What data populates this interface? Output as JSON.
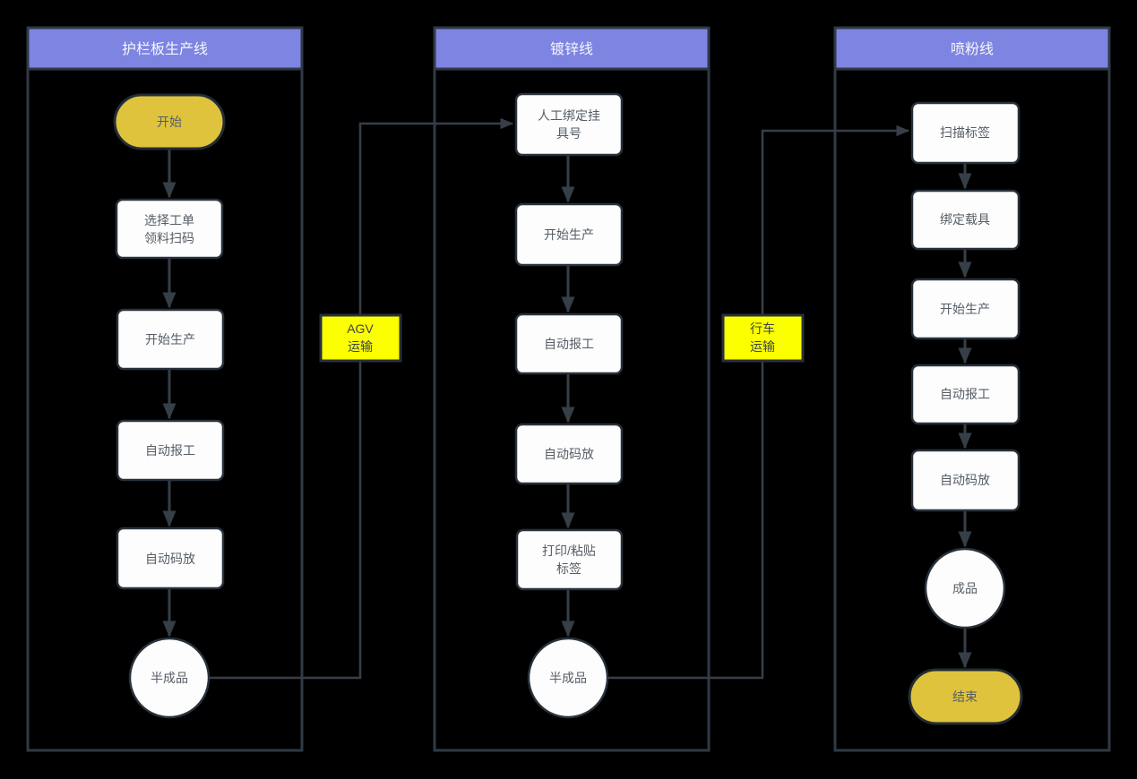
{
  "colors": {
    "background": "#000000",
    "lane_header": "#7d84e2",
    "lane_header_text": "#f5f6fa",
    "node_fill": "#fdfdfd",
    "node_text": "#555d66",
    "terminal_fill": "#dfc33c",
    "transport_fill": "#fbff00",
    "arrow": "#363f48",
    "lane_border": "#2f3a46"
  },
  "lanes": [
    {
      "title": "护栏板生产线",
      "nodes": [
        {
          "shape": "stadium",
          "lines": [
            "开始"
          ]
        },
        {
          "shape": "rect",
          "lines": [
            "选择工单",
            "领料扫码"
          ]
        },
        {
          "shape": "rect",
          "lines": [
            "开始生产"
          ]
        },
        {
          "shape": "rect",
          "lines": [
            "自动报工"
          ]
        },
        {
          "shape": "rect",
          "lines": [
            "自动码放"
          ]
        },
        {
          "shape": "circle",
          "lines": [
            "半成品"
          ]
        }
      ]
    },
    {
      "title": "镀锌线",
      "nodes": [
        {
          "shape": "rect",
          "lines": [
            "人工绑定挂",
            "具号"
          ]
        },
        {
          "shape": "rect",
          "lines": [
            "开始生产"
          ]
        },
        {
          "shape": "rect",
          "lines": [
            "自动报工"
          ]
        },
        {
          "shape": "rect",
          "lines": [
            "自动码放"
          ]
        },
        {
          "shape": "rect",
          "lines": [
            "打印/粘贴",
            "标签"
          ]
        },
        {
          "shape": "circle",
          "lines": [
            "半成品"
          ]
        }
      ]
    },
    {
      "title": "喷粉线",
      "nodes": [
        {
          "shape": "rect",
          "lines": [
            "扫描标签"
          ]
        },
        {
          "shape": "rect",
          "lines": [
            "绑定载具"
          ]
        },
        {
          "shape": "rect",
          "lines": [
            "开始生产"
          ]
        },
        {
          "shape": "rect",
          "lines": [
            "自动报工"
          ]
        },
        {
          "shape": "rect",
          "lines": [
            "自动码放"
          ]
        },
        {
          "shape": "circle",
          "lines": [
            "成品"
          ]
        },
        {
          "shape": "stadium",
          "lines": [
            "结束"
          ]
        }
      ]
    }
  ],
  "transports": [
    {
      "lines": [
        "AGV",
        "运输"
      ]
    },
    {
      "lines": [
        "行车",
        "运输"
      ]
    }
  ]
}
